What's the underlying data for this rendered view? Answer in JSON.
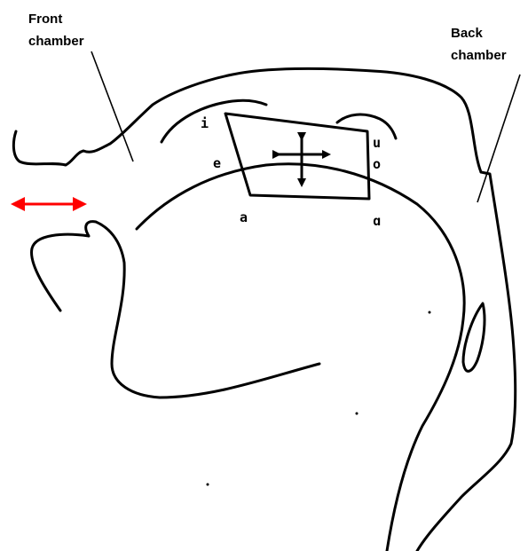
{
  "labels": {
    "front_line1": "Front",
    "front_line2": "chamber",
    "back_line1": "Back",
    "back_line2": "chamber"
  },
  "vowels": {
    "i": "i",
    "e": "e",
    "a": "a",
    "alpha": "ɑ",
    "u": "u",
    "o": "o"
  },
  "icons": {
    "move": "four-way-arrow-icon",
    "lip_arrow": "double-headed-arrow-icon"
  },
  "colors": {
    "outline": "#000000",
    "lip_arrow": "#ff0000"
  }
}
